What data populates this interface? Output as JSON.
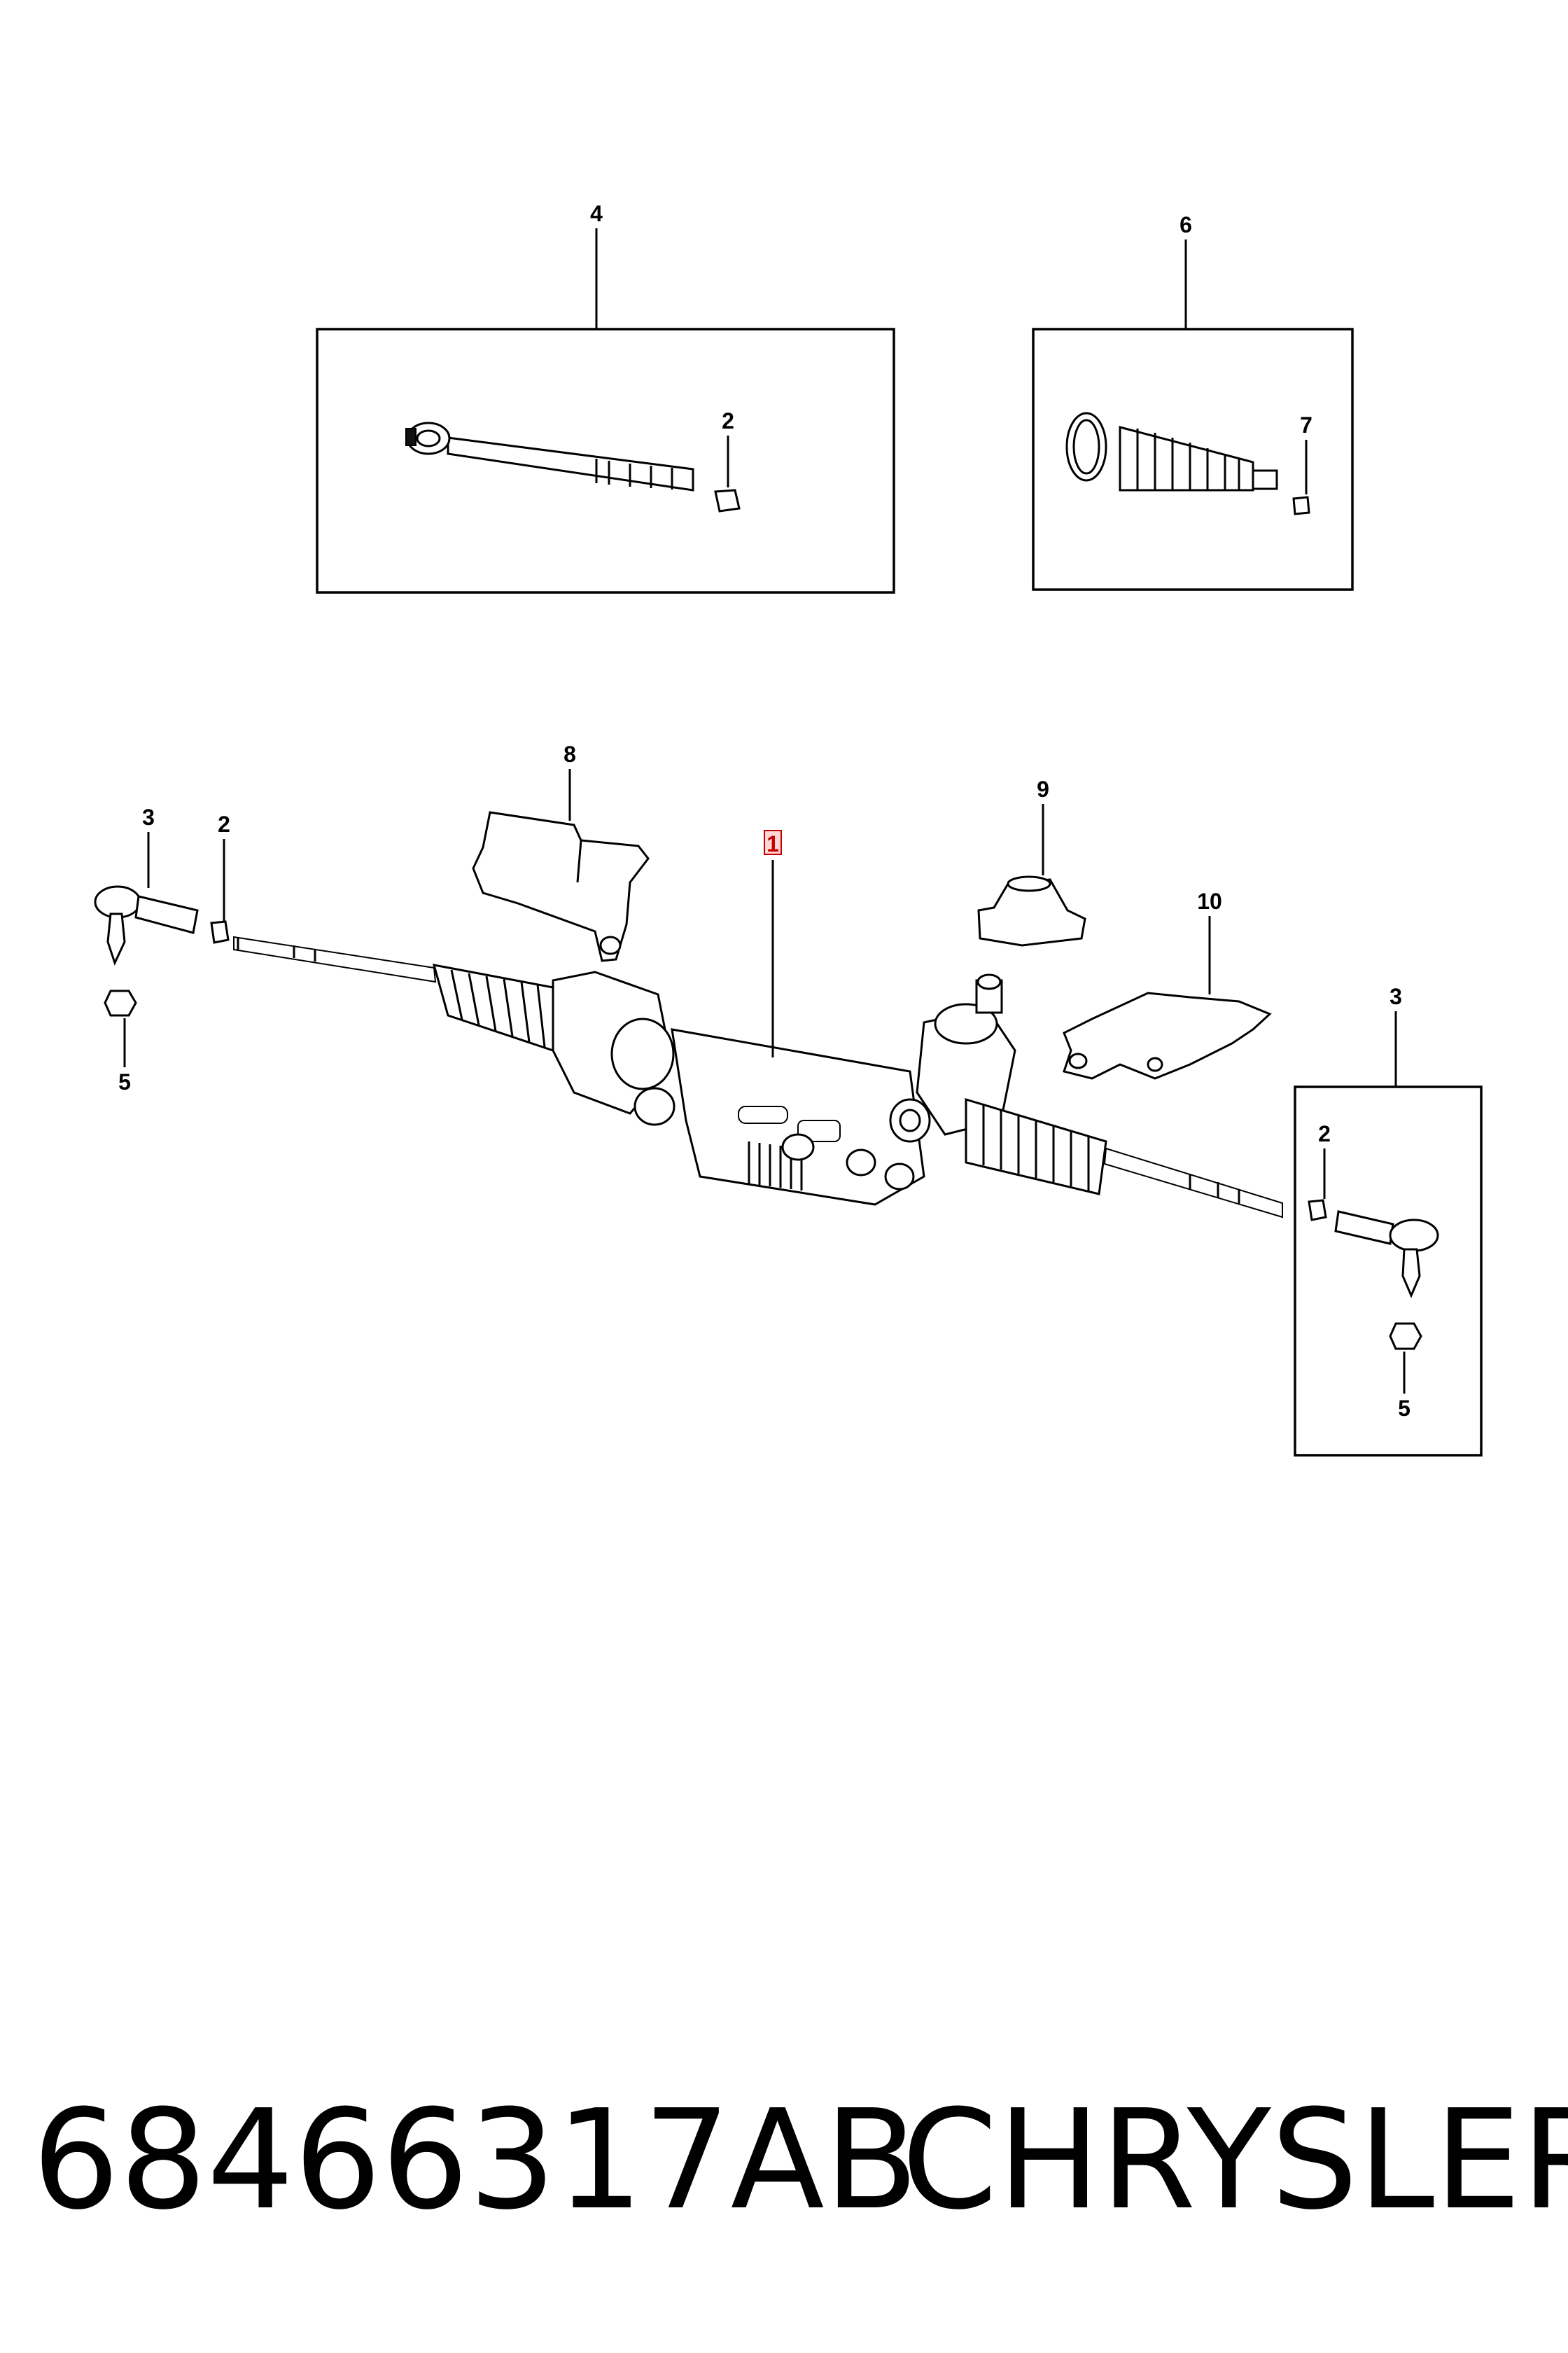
{
  "callouts": {
    "c1": "1",
    "c2a": "2",
    "c2b": "2",
    "c2c": "2",
    "c3a": "3",
    "c3b": "3",
    "c4": "4",
    "c5a": "5",
    "c5b": "5",
    "c6": "6",
    "c7": "7",
    "c8": "8",
    "c9": "9",
    "c10": "10"
  },
  "footer": {
    "part_number": "68466317AB",
    "brand": "CHRYSLER"
  },
  "colors": {
    "line": "#000000",
    "highlight": "#c40000",
    "background": "#ffffff"
  }
}
